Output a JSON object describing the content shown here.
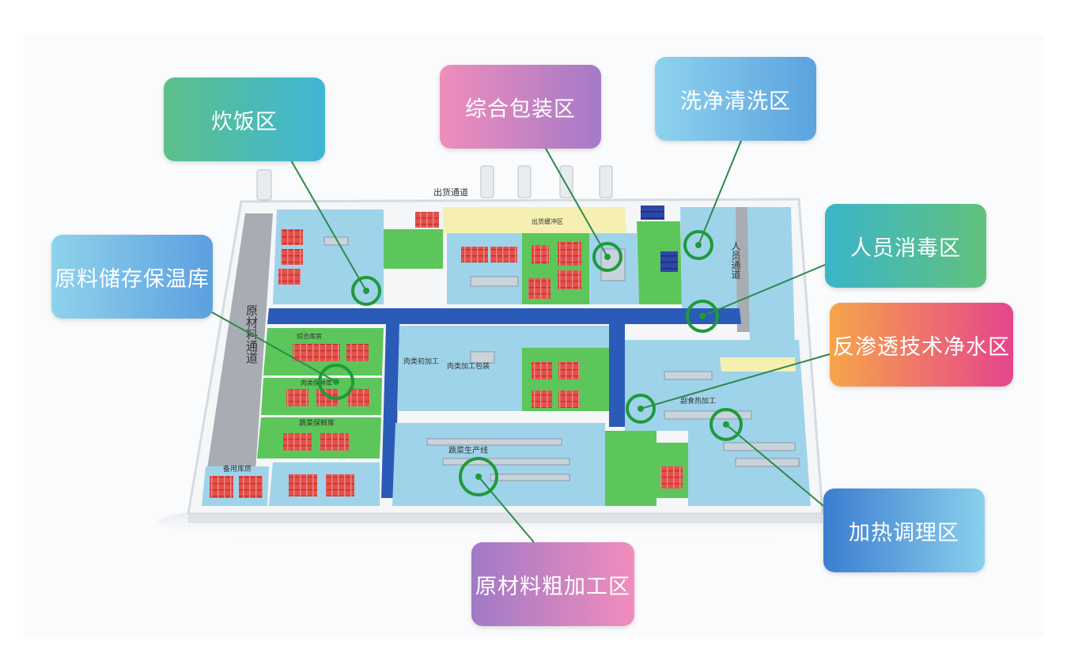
{
  "labels": {
    "rice": "炊饭区",
    "packaging": "综合包装区",
    "washing": "洗净清洗区",
    "storage": "原料储存保温库",
    "disinfection": "人员消毒区",
    "water": "反渗透技术净水区",
    "heating": "加热调理区",
    "rough": "原材料粗加工区"
  },
  "map_text": {
    "outbound_corridor": "出货通道",
    "raw_corridor": "原材料通道",
    "staff_corridor": "人员通道",
    "outbound_buffer": "出货缓冲区",
    "meat_packing": "肉类加工包装",
    "meat_processing": "肉类初加工",
    "veg_line": "蔬菜生产线",
    "veg_storage": "蔬菜保鲜库",
    "spare_storage": "备用库房",
    "cooking": "副食热加工",
    "comprehensive_storage": "综合库房",
    "meat_storage": "肉类保鲜库"
  },
  "colors": {
    "floor_blue": "#9fd3ea",
    "corridor_blue": "#2b5bb8",
    "room_green": "#5cc65a",
    "rack_red": "#e5504a",
    "marker_green": "#1f9a3a",
    "wall_white": "#f4f6f8",
    "buffer_yellow": "#f5efb2",
    "grey_corridor": "#a8adb3"
  }
}
